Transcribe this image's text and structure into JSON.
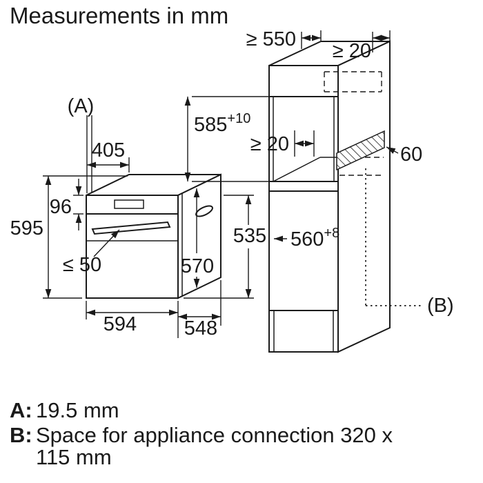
{
  "title": "Measurements in mm",
  "oven": {
    "a_label": "(A)",
    "d405": "405",
    "d96": "96",
    "d595": "595",
    "d50": "≤ 50",
    "d570": "570",
    "d535": "535",
    "d594": "594",
    "d548": "548"
  },
  "cabinet": {
    "d550": "≥ 550",
    "d20_top": "≥ 20",
    "d585": "585",
    "d585_tol": "+10",
    "d20_inner": "≥ 20",
    "d60": "60",
    "d560": "560",
    "d560_tol": "+8",
    "b_label": "(B)"
  },
  "legend": {
    "a_key": "A:",
    "a_value": "19.5 mm",
    "b_key": "B:",
    "b_line1": "Space for appliance connection 320 x",
    "b_line2": "115 mm"
  }
}
